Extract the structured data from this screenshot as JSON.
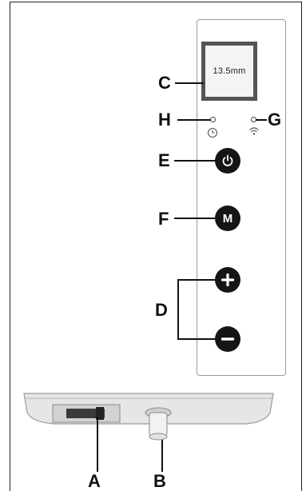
{
  "screen": {
    "reading": "13.5mm"
  },
  "callouts": {
    "a": "A",
    "b": "B",
    "c": "C",
    "d": "D",
    "e": "E",
    "f": "F",
    "g": "G",
    "h": "H"
  },
  "icons": {
    "timer": "clock-icon",
    "wifi": "wifi-icon",
    "power": "power-icon",
    "mode": "M",
    "plus": "plus-icon",
    "minus": "minus-icon"
  }
}
